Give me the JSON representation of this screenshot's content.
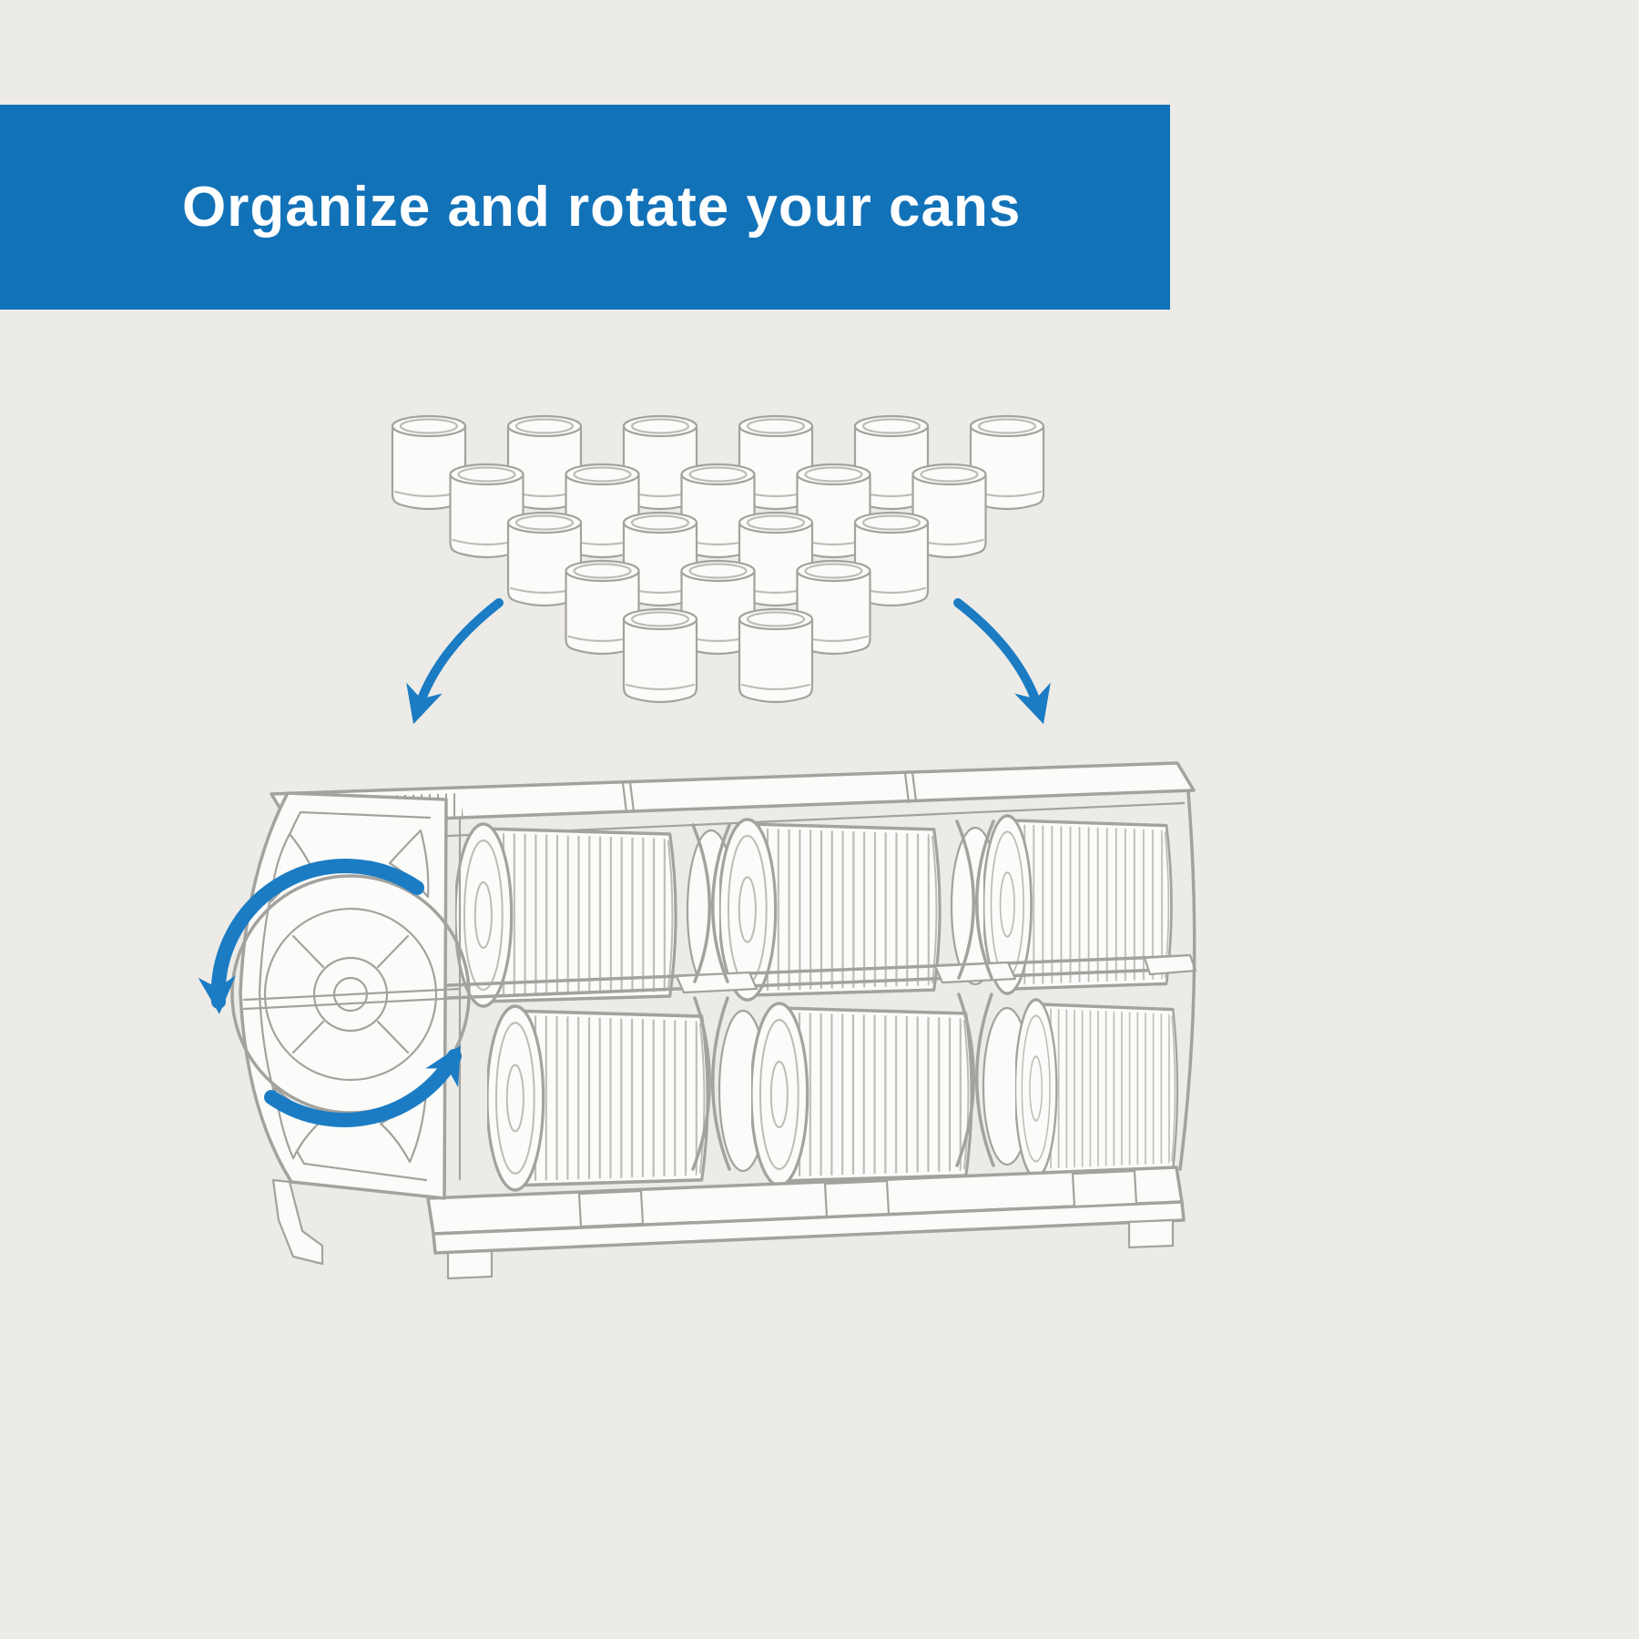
{
  "banner": {
    "title": "Organize and rotate your cans"
  },
  "colors": {
    "page_bg": "#edebe7",
    "banner_bg": "#1272b8",
    "banner_text": "#ffffff",
    "line": "#a3a29e",
    "line_soft": "#bdbcb8",
    "paper": "#fbfbf9",
    "arrow": "#1b7cc4"
  },
  "illustration": {
    "loose_cans": {
      "rows": [
        6,
        5,
        4,
        3,
        2
      ],
      "total": 20
    },
    "organizer": {
      "bays": 3,
      "visible_cans_top_row": 3,
      "visible_cans_bottom_row": 3,
      "rotation_direction": "counterclockwise"
    },
    "icons": {
      "left_arrow": "curved-down-arrow",
      "right_arrow": "curved-down-arrow",
      "rotation": "circular-rotation-arrows"
    }
  }
}
